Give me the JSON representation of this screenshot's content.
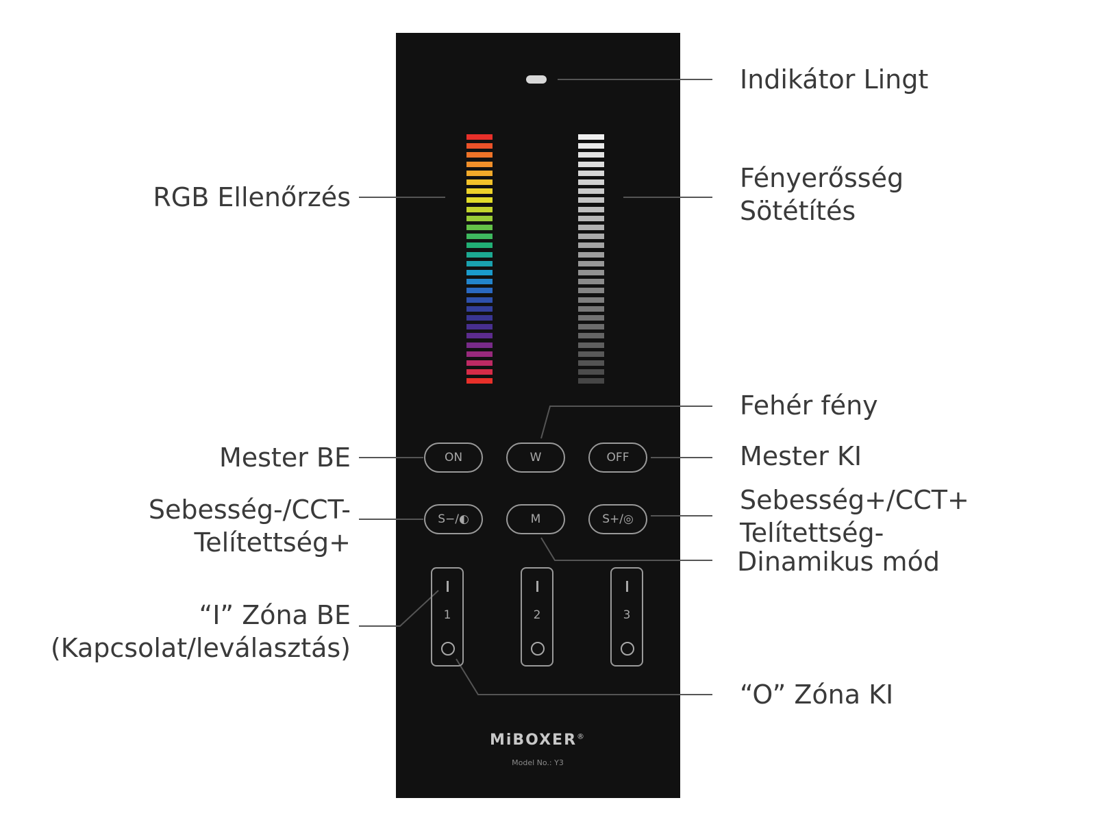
{
  "labels": {
    "indicator_light": "Indikátor Lingt",
    "rgb_control": "RGB Ellenőrzés",
    "brightness_line1": "Fényerősség",
    "brightness_line2": "Sötétítés",
    "white_light": "Fehér fény",
    "master_on": "Mester BE",
    "master_off": "Mester KI",
    "speed_minus_line1": "Sebesség-/CCT-",
    "speed_minus_line2": "Telítettség+",
    "speed_plus_line1": "Sebesség+/CCT+",
    "speed_plus_line2": "Telítettség-",
    "dynamic_mode": "Dinamikus mód",
    "zone_on_line1": "“I” Zóna BE",
    "zone_on_line2": "(Kapcsolat/leválasztás)",
    "zone_off": "“O” Zóna KI"
  },
  "buttons": {
    "on": "ON",
    "w": "W",
    "off": "OFF",
    "speed_minus": "S−/◐",
    "mode": "M",
    "speed_plus": "S+/◎"
  },
  "zones": [
    {
      "number": "1"
    },
    {
      "number": "2"
    },
    {
      "number": "3"
    }
  ],
  "device": {
    "brand": "MiBOXER",
    "brand_mark": "®",
    "model": "Model No.: Y3"
  },
  "colors": {
    "panel": "#111111",
    "rgb_gradient": [
      "#e8302a",
      "#ee6a28",
      "#f29a2a",
      "#f2c22a",
      "#e8de2a",
      "#b6d12e",
      "#5cc04a",
      "#22b070",
      "#1aa6a0",
      "#1a9ad2",
      "#2a6cc4",
      "#30449e",
      "#3a3290",
      "#5a2c8e",
      "#8a2a86",
      "#c82a5c",
      "#e8302a"
    ]
  }
}
